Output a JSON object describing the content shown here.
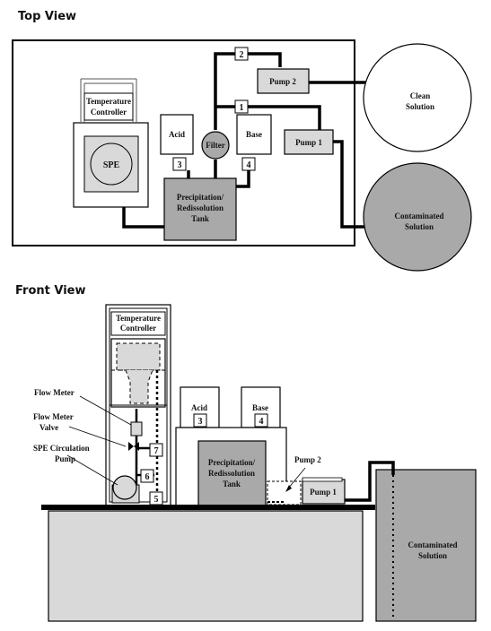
{
  "sections": {
    "top_title": "Top View",
    "front_title": "Front View"
  },
  "labels": {
    "temperature": "Temperature",
    "controller": "Controller",
    "spe": "SPE",
    "acid": "Acid",
    "base": "Base",
    "filter": "Filter",
    "tank_line1": "Precipitation/",
    "tank_line2": "Redissolution",
    "tank_line3": "Tank",
    "pump1": "Pump 1",
    "pump2": "Pump 2",
    "clean_line1": "Clean",
    "clean_line2": "Solution",
    "contam_line1": "Contaminated",
    "contam_line2": "Solution",
    "flow_meter": "Flow Meter",
    "flow_meter_valve_line1": "Flow Meter",
    "flow_meter_valve_line2": "Valve",
    "spe_circ_line1": "SPE Circulation",
    "spe_circ_line2": "Pump"
  },
  "numbers": {
    "n1": "1",
    "n2": "2",
    "n3": "3",
    "n4": "4",
    "n5": "5",
    "n6": "6",
    "n7": "7"
  },
  "colors": {
    "gray_fill": "#a9a9a9",
    "light_gray_fill": "#d9d9d9",
    "line": "#000000"
  }
}
